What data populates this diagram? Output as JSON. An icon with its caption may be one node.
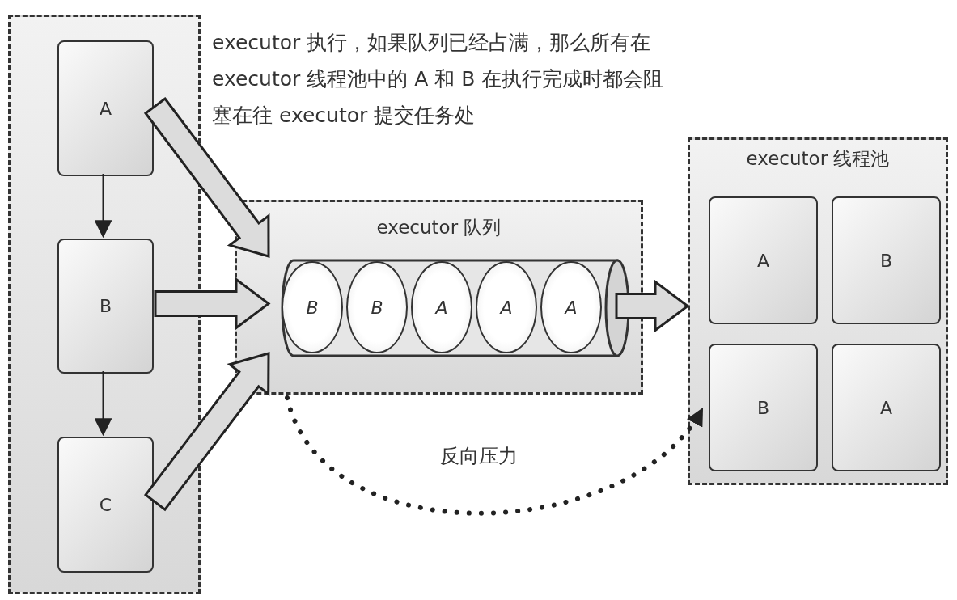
{
  "diagram": {
    "nodes": [
      {
        "text": [],
        "shape": "box"
      },
      {
        "text": [
          "A"
        ],
        "in": 0
      },
      {
        "text": [
          "B"
        ],
        "in": 0
      },
      {
        "text": [
          "C"
        ],
        "in": 0
      },
      {
        "text": [
          "executor 队列"
        ]
      },
      {
        "text": [
          "B"
        ],
        "in": 4
      },
      {
        "text": [
          "B"
        ],
        "in": 4
      },
      {
        "text": [
          "A"
        ],
        "in": 4
      },
      {
        "text": [
          "A"
        ],
        "in": 4
      },
      {
        "text": [
          "A"
        ],
        "in": 4
      },
      {
        "text": [
          "executor 线程池"
        ]
      },
      {
        "text": [
          "A"
        ],
        "in": 10
      },
      {
        "text": [
          "B"
        ],
        "in": 10
      },
      {
        "text": [
          "B"
        ],
        "in": 10
      },
      {
        "text": [
          "A"
        ],
        "in": 10
      }
    ],
    "edges": [
      {
        "from": 1,
        "to": 2,
        "arrow": "to"
      },
      {
        "from": 2,
        "to": 3,
        "arrow": "to"
      },
      {
        "from": 1,
        "to": 4,
        "arrow": "to",
        "style": "thick"
      },
      {
        "from": 2,
        "to": 4,
        "arrow": "to",
        "style": "thick"
      },
      {
        "from": 3,
        "to": 4,
        "arrow": "to",
        "style": "thick"
      },
      {
        "from": 4,
        "to": 10,
        "arrow": "to",
        "style": "thick"
      },
      {
        "from": 4,
        "to": 10,
        "arrow": "to",
        "style": "dashed",
        "label": "反向压力"
      }
    ],
    "labels": [
      "executor 执行，如果队列已经占满，那么所有在 executor 线程池中的 A 和 B 在执行完成时都会阻塞在往 executor 提交任务处"
    ]
  }
}
